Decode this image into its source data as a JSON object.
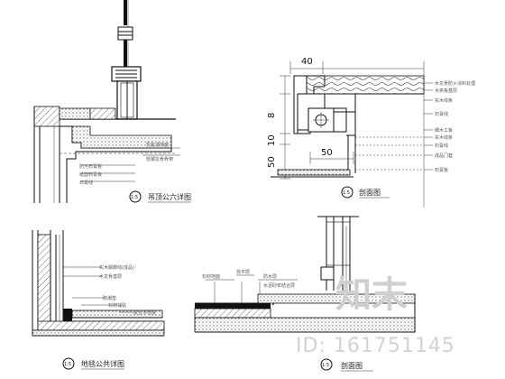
{
  "drawing": {
    "captions": {
      "tl": "吊顶公六详图",
      "tr": "剖面图",
      "bl": "地毯公共详图",
      "br": "剖面图"
    },
    "marks": {
      "tl": "1:5",
      "tr": "1:5",
      "bl": "1:5",
      "br": "1:5"
    },
    "dims": {
      "tr_top": "40",
      "tr_left_a": "8",
      "tr_left_b": "10",
      "tr_left_c": "50",
      "tr_bottom": "50"
    },
    "notes": {
      "tl": [
        "防污石膏板",
        "纸面石膏板",
        "石膏线",
        "乳胶漆饰面",
        "轻钢龙骨骨架"
      ],
      "tr": [
        "木龙骨防火涂料处理",
        "木夹板基层",
        "实木线条",
        "石膏线",
        "细木工板",
        "实木线条",
        "石膏线",
        "成品门套",
        "石膏板"
      ],
      "bl": [
        "实木踢脚线(成品)",
        "木龙骨基层",
        "防潮垫",
        "石材铺贴",
        "复合木地板"
      ],
      "br": [
        "石材地面",
        "找平层",
        "防水层",
        "水泥砂浆结合层"
      ]
    }
  },
  "watermark": {
    "brand": "知末",
    "id": "ID: 161751145"
  }
}
